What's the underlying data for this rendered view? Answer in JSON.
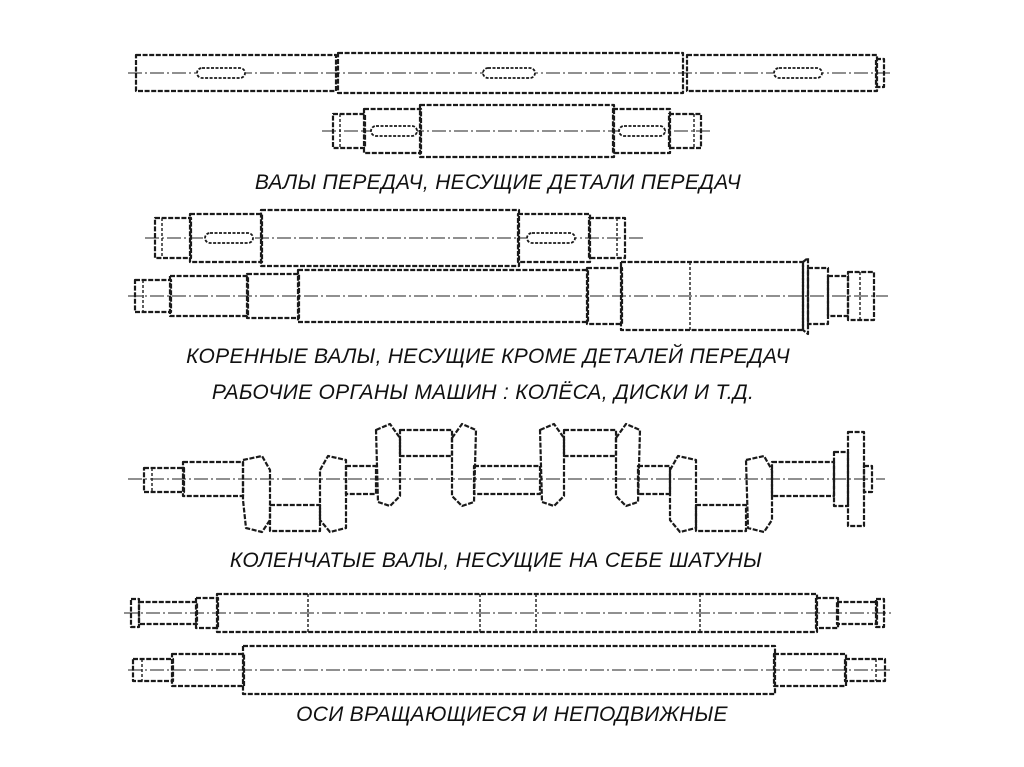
{
  "captions": {
    "transmission_shafts": "ВАЛЫ ПЕРЕДАЧ, НЕСУЩИЕ ДЕТАЛИ ПЕРЕДАЧ",
    "main_shafts_line1": "КОРЕННЫЕ ВАЛЫ, НЕСУЩИЕ  КРОМЕ ДЕТАЛЕЙ ПЕРЕДАЧ",
    "main_shafts_line2": "РАБОЧИЕ ОРГАНЫ МАШИН : КОЛЁСА, ДИСКИ И Т.Д.",
    "crankshafts": "КОЛЕНЧАТЫЕ ВАЛЫ, НЕСУЩИЕ НА СЕБЕ ШАТУНЫ",
    "axles": "ОСИ ВРАЩАЮЩИЕСЯ И НЕПОДВИЖНЫЕ"
  }
}
